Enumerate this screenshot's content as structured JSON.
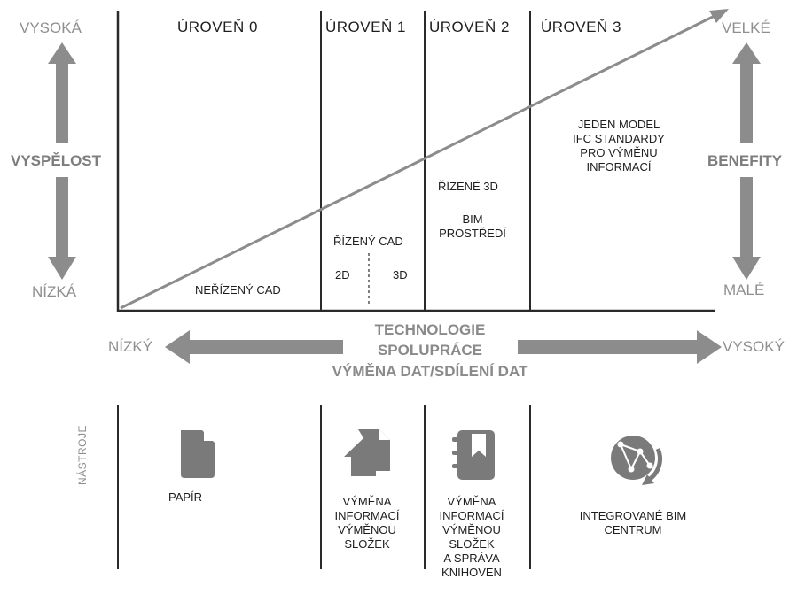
{
  "maturity": {
    "top": "VYSOKÁ",
    "title": "VYSPĚLOST",
    "bottom": "NÍZKÁ"
  },
  "benefits": {
    "top": "VELKÉ",
    "title": "BENEFITY",
    "bottom": "MALÉ"
  },
  "levels": [
    {
      "label": "ÚROVEŇ 0"
    },
    {
      "label": "ÚROVEŇ 1"
    },
    {
      "label": "ÚROVEŇ 2"
    },
    {
      "label": "ÚROVEŇ 3"
    }
  ],
  "cells": {
    "level0": "NEŘÍZENÝ CAD",
    "level1_title": "ŘÍZENÝ CAD",
    "level1_2d": "2D",
    "level1_3d": "3D",
    "level2_a": "ŘÍZENÉ 3D",
    "level2_b": "BIM\nPROSTŘEDÍ",
    "level3": "JEDEN MODEL\nIFC STANDARDY\nPRO VÝMĚNU\nINFORMACÍ"
  },
  "tech": {
    "low": "NÍZKÝ",
    "high": "VYSOKÝ",
    "title_1": "TECHNOLOGIE",
    "title_2": "SPOLUPRÁCE",
    "title_3": "VÝMĚNA DAT/SDÍLENÍ DAT"
  },
  "tools": {
    "label": "NÁSTROJE",
    "items": [
      {
        "icon": "document-icon",
        "text": "PAPÍR"
      },
      {
        "icon": "folder-upload-icon",
        "text": "VÝMĚNA\nINFORMACÍ\nVÝMĚNOU\nSLOŽEK"
      },
      {
        "icon": "library-book-icon",
        "text": "VÝMĚNA\nINFORMACÍ\nVÝMĚNOU\nSLOŽEK\nA SPRÁVA\nKNIHOVEN"
      },
      {
        "icon": "network-globe-icon",
        "text": "INTEGROVANÉ BIM\nCENTRUM"
      }
    ]
  },
  "colors": {
    "arrow": "#8c8c8c",
    "line": "#2a2a2a",
    "label_gray": "#8f8f8f",
    "icon": "#7a7a7a"
  }
}
